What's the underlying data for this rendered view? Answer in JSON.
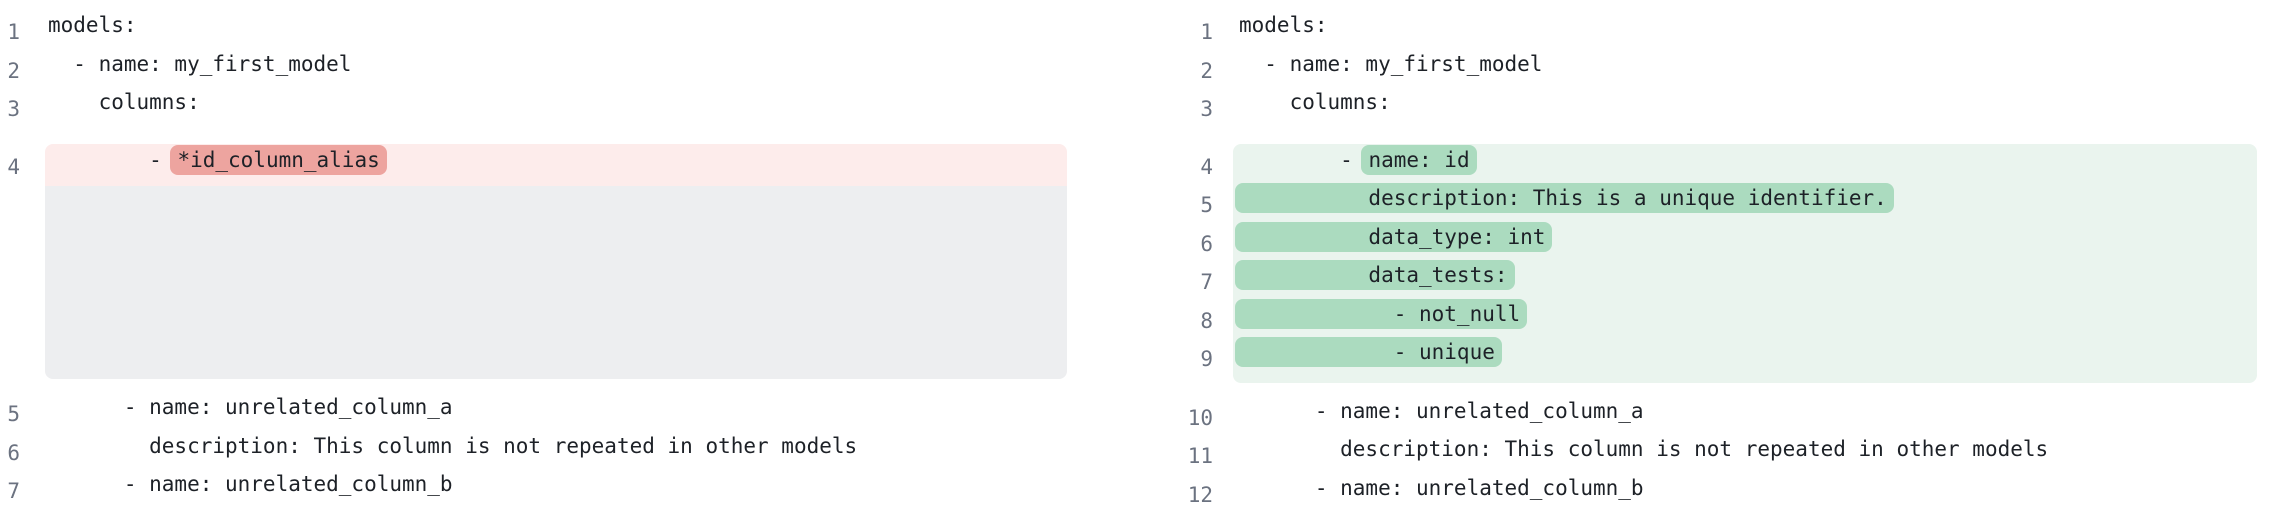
{
  "colors": {
    "text": "#1d2127",
    "line_number": "#6b7280",
    "removed_line_bg": "#fdeceb",
    "removed_word_bg": "#eda49f",
    "added_line_bg": "#eaf4ee",
    "added_word_bg": "#abdbbf",
    "collapsed_gap_bg": "#edeef0"
  },
  "left_pane": {
    "lines": [
      {
        "num": "1",
        "segments": [
          {
            "t": "models:"
          }
        ]
      },
      {
        "num": "2",
        "segments": [
          {
            "t": "  - name: my_first_model"
          }
        ]
      },
      {
        "num": "3",
        "segments": [
          {
            "t": "    columns:"
          }
        ]
      },
      {
        "num": "4",
        "type": "removed",
        "segments": [
          {
            "t": "        - "
          },
          {
            "t": "*id_column_alias",
            "mark": true
          }
        ]
      },
      {
        "type": "placeholder"
      },
      {
        "num": "5",
        "segments": [
          {
            "t": "      - name: unrelated_column_a"
          }
        ]
      },
      {
        "num": "6",
        "segments": [
          {
            "t": "        description: This column is not repeated in other models"
          }
        ]
      },
      {
        "num": "7",
        "segments": [
          {
            "t": "      - name: unrelated_column_b"
          }
        ]
      }
    ]
  },
  "right_pane": {
    "lines": [
      {
        "num": "1",
        "segments": [
          {
            "t": "models:"
          }
        ]
      },
      {
        "num": "2",
        "segments": [
          {
            "t": "  - name: my_first_model"
          }
        ]
      },
      {
        "num": "3",
        "segments": [
          {
            "t": "    columns:"
          }
        ]
      },
      {
        "num": "4",
        "type": "added",
        "segments": [
          {
            "t": "        - "
          },
          {
            "t": "name: id",
            "mark": true
          }
        ]
      },
      {
        "num": "5",
        "type": "added",
        "segments": [
          {
            "t": "          description: This is a unique identifier.",
            "mark": true
          }
        ]
      },
      {
        "num": "6",
        "type": "added",
        "segments": [
          {
            "t": "          data_type: int",
            "mark": true
          }
        ]
      },
      {
        "num": "7",
        "type": "added",
        "segments": [
          {
            "t": "          data_tests:",
            "mark": true
          }
        ]
      },
      {
        "num": "8",
        "type": "added",
        "segments": [
          {
            "t": "            - not_null",
            "mark": true
          }
        ]
      },
      {
        "num": "9",
        "type": "added",
        "segments": [
          {
            "t": "            - unique",
            "mark": true
          }
        ]
      },
      {
        "num": "10",
        "segments": [
          {
            "t": "      - name: unrelated_column_a"
          }
        ]
      },
      {
        "num": "11",
        "segments": [
          {
            "t": "        description: This column is not repeated in other models"
          }
        ]
      },
      {
        "num": "12",
        "segments": [
          {
            "t": "      - name: unrelated_column_b"
          }
        ]
      }
    ]
  }
}
